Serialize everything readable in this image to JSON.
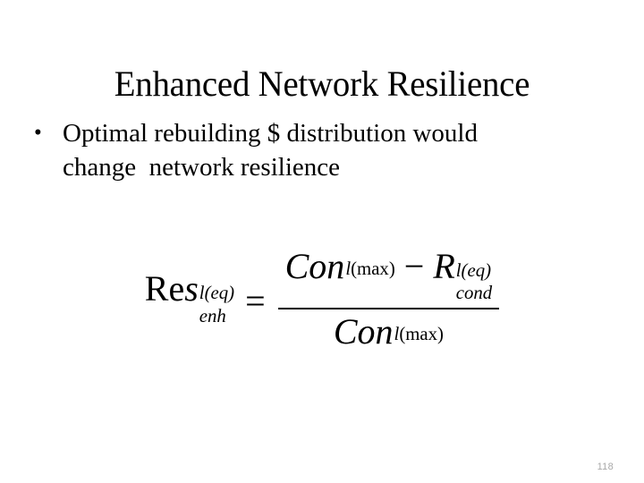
{
  "slide": {
    "title": "Enhanced Network Resilience",
    "bullets": [
      {
        "marker": "•",
        "line1": "Optimal rebuilding $ distribution would",
        "line2": "change  network resilience"
      }
    ],
    "page_number": "118",
    "page_number_color": "#a8a8a8",
    "background_color": "#ffffff",
    "text_color": "#000000"
  },
  "equation": {
    "plain_text": "Res^{l(eq)}_{enh} = ( Con^{l(max)} - R^{l(eq)}_{cond} ) / Con^{l(max)}",
    "lhs": {
      "base_roman": "Re",
      "base_italic": "s",
      "superscript": "l(eq)",
      "subscript": "enh"
    },
    "relation": "=",
    "numerator": {
      "term1_base": "Con",
      "term1_sup_italic": "l",
      "term1_sup_roman": "(max)",
      "operator": "−",
      "term2_base": "R",
      "term2_superscript": "l(eq)",
      "term2_subscript": "cond"
    },
    "denominator": {
      "base": "Con",
      "sup_italic": "l",
      "sup_roman": "(max)"
    }
  }
}
